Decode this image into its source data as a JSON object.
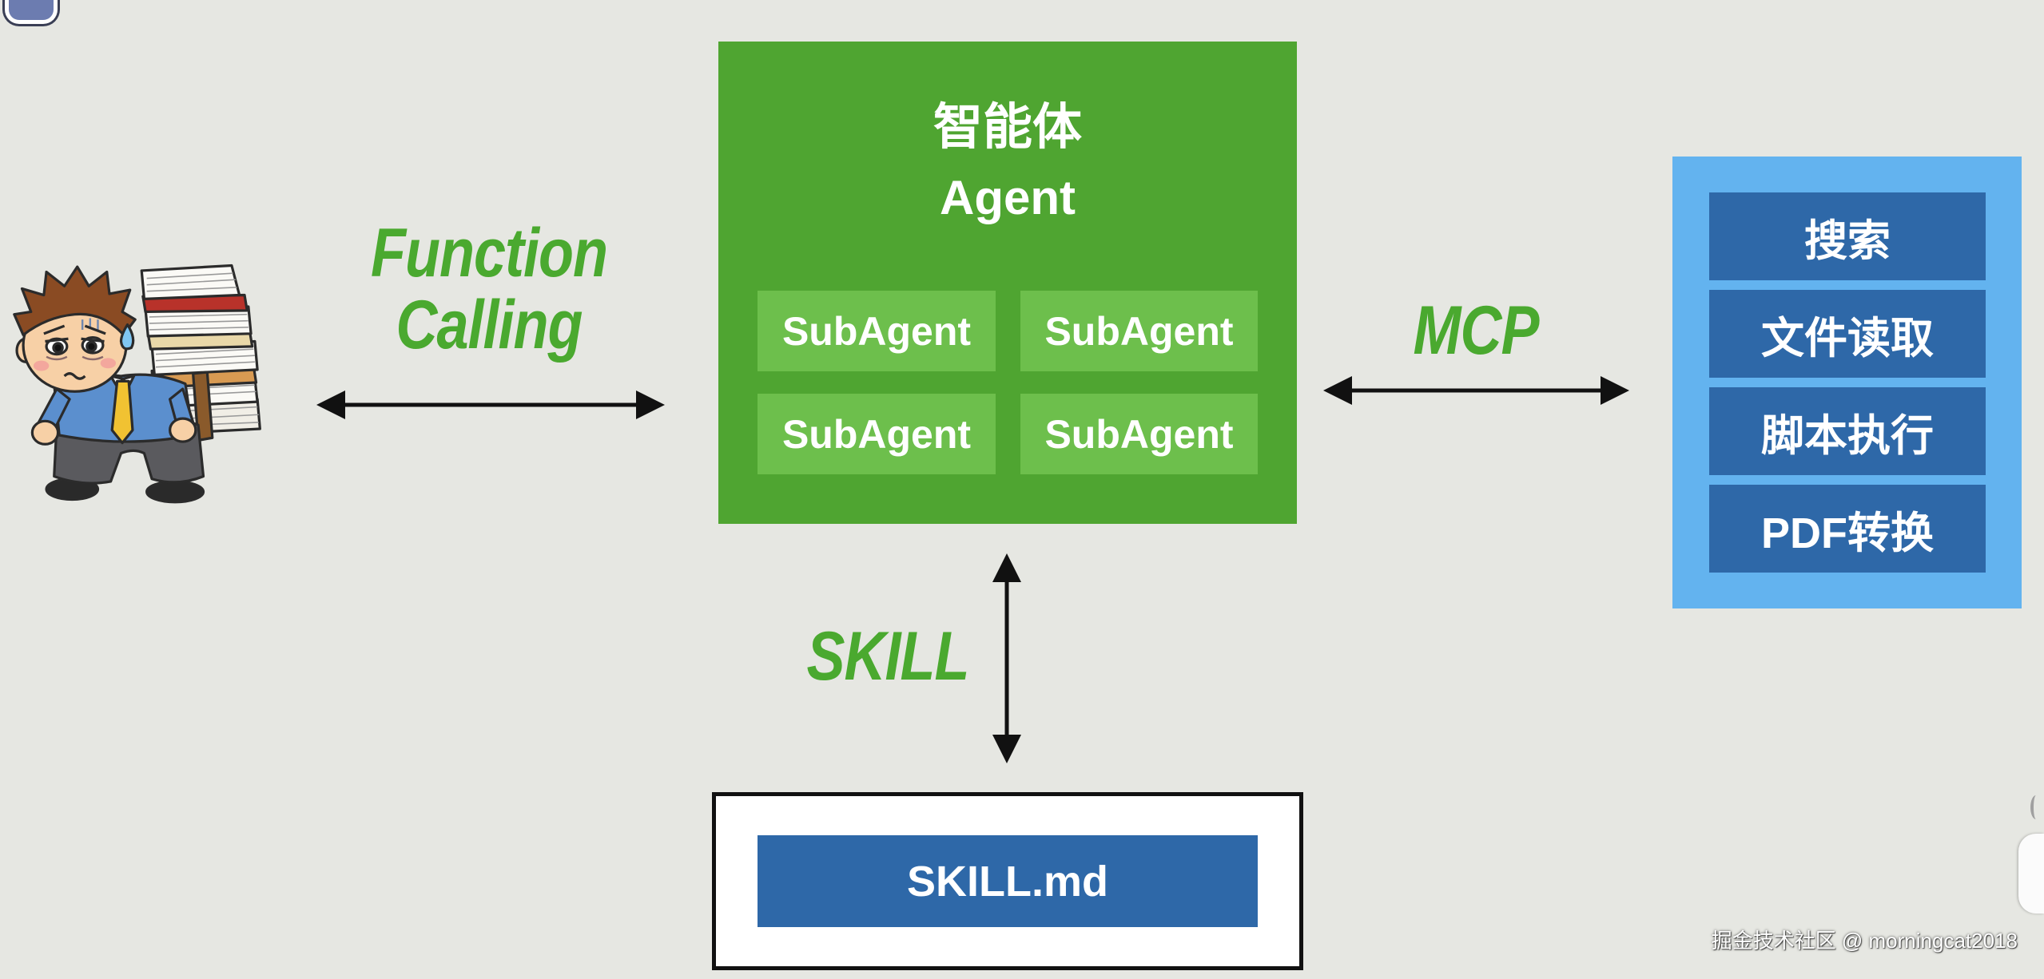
{
  "agent": {
    "title_zh": "智能体",
    "title_en": "Agent",
    "subagents": [
      "SubAgent",
      "SubAgent",
      "SubAgent",
      "SubAgent"
    ]
  },
  "links": {
    "function_calling": {
      "line1": "Function",
      "line2": "Calling"
    },
    "mcp": {
      "label": "MCP"
    },
    "skill": {
      "label": "SKILL"
    }
  },
  "tools": {
    "items": [
      "搜索",
      "文件读取",
      "脚本执行",
      "PDF转换"
    ]
  },
  "skill_file": {
    "label": "SKILL.md"
  },
  "watermark": {
    "text": "掘金技术社区 @ morningcat2018"
  },
  "icons": {
    "user_illustration": "stressed-worker-carrying-books",
    "connectors": "double-headed-arrow",
    "corner_overlay": "app-icon",
    "edge_overlay": "side-handle"
  },
  "colors": {
    "background": "#e6e7e2",
    "agent_box": "#4fa531",
    "subagent_box": "#6dbf4c",
    "label_green": "#4aa92f",
    "tools_panel": "#63b3ef",
    "tools_item": "#2e68a8",
    "skill_file_box": "#2e68a8",
    "arrow": "#111111"
  }
}
